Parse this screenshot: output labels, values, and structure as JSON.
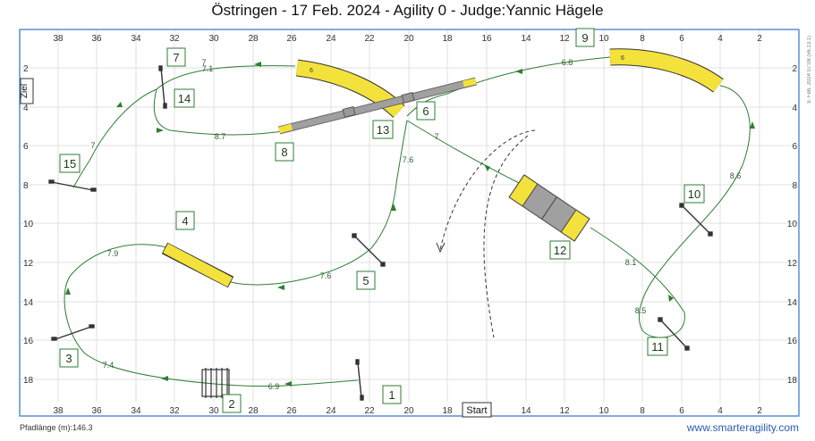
{
  "title": "Östringen - 17 Feb. 2024 - Agility 0 - Judge:Yannic Hägele",
  "top_ticks": [
    "38",
    "36",
    "34",
    "32",
    "30",
    "28",
    "26",
    "24",
    "22",
    "20",
    "18",
    "16",
    "14",
    "12",
    "10",
    "8",
    "6",
    "4",
    "2"
  ],
  "bottom_ticks": [
    "38",
    "36",
    "34",
    "32",
    "30",
    "28",
    "26",
    "24",
    "22",
    "20",
    "18",
    "16",
    "14",
    "12",
    "10",
    "8",
    "6",
    "4",
    "2"
  ],
  "left_ticks": [
    "2",
    "4",
    "6",
    "8",
    "10",
    "12",
    "14",
    "16",
    "18"
  ],
  "right_ticks": [
    "2",
    "4",
    "6",
    "8",
    "10",
    "12",
    "14",
    "16",
    "18"
  ],
  "ziel_label": "Ziel",
  "start_label": "Start",
  "numbers": [
    "1",
    "2",
    "3",
    "4",
    "5",
    "6",
    "7",
    "8",
    "9",
    "10",
    "11",
    "12",
    "13",
    "14",
    "15"
  ],
  "distances": [
    "6.9",
    "7.4",
    "7.9",
    "7.6",
    "7.6",
    "7",
    "6.8",
    "8.6",
    "8.1",
    "8.5",
    "7",
    "8.7",
    "7.1",
    "7"
  ],
  "tunnel_label": "6",
  "footer_left": "Pfadlänge (m):146.3",
  "footer_right": "www.smarteragility.com",
  "side_note": "9. Feb. 2024 07:08 (v6.13.1)",
  "colors": {
    "border": "#5b8fd0",
    "grid": "#d6d6d6",
    "path": "#2e7d32",
    "tunnel": "#f4e23c",
    "tunnel_dark": "#b8a400",
    "dogwalk": "#a0a0a0"
  }
}
